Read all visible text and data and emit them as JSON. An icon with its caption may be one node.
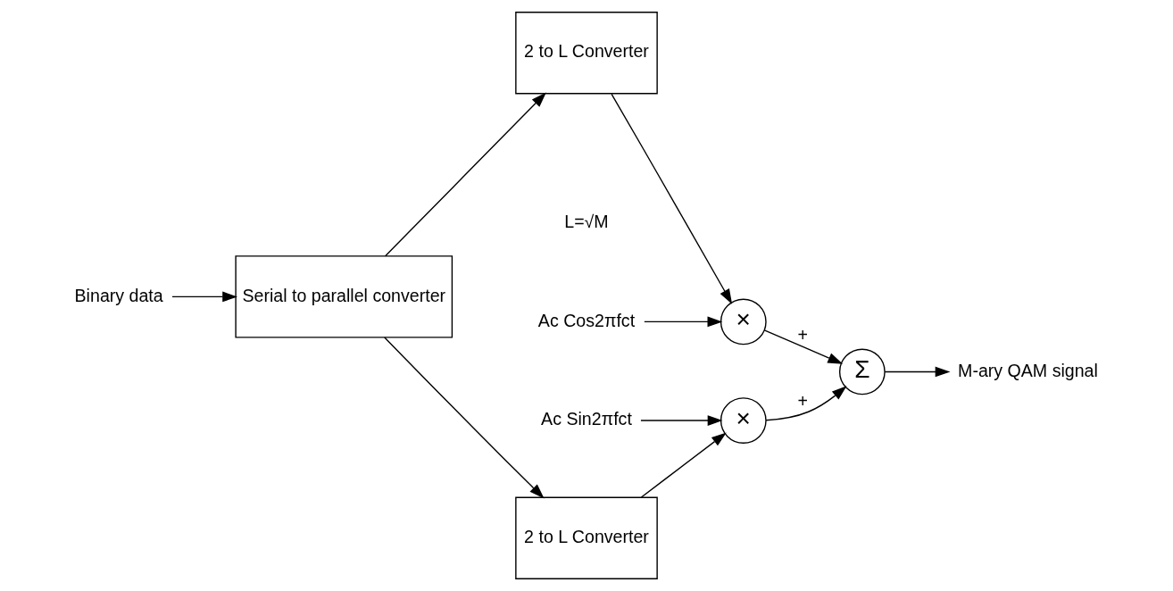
{
  "diagram": {
    "nodes": [
      {
        "text": [
          "Binary data"
        ]
      },
      {
        "text": [
          "Serial to parallel converter"
        ]
      },
      {
        "text": [
          "2 to L Converter"
        ]
      },
      {
        "text": [
          "2 to L Converter"
        ]
      },
      {
        "text": [
          "×"
        ]
      },
      {
        "text": [
          "×"
        ]
      },
      {
        "text": [
          "Σ"
        ]
      },
      {
        "text": [
          "Ac Cos2πfct"
        ]
      },
      {
        "text": [
          "Ac Sin2πfct"
        ]
      },
      {
        "text": [
          "M-ary QAM signal"
        ]
      }
    ],
    "edges": [
      {
        "from": 0,
        "to": 1,
        "arrow": "to"
      },
      {
        "from": 1,
        "to": 2,
        "arrow": "to"
      },
      {
        "from": 1,
        "to": 3,
        "arrow": "to"
      },
      {
        "from": 2,
        "to": 4,
        "arrow": "to"
      },
      {
        "from": 3,
        "to": 5,
        "arrow": "to"
      },
      {
        "from": 7,
        "to": 4,
        "arrow": "to"
      },
      {
        "from": 8,
        "to": 5,
        "arrow": "to"
      },
      {
        "from": 4,
        "to": 6,
        "arrow": "to",
        "label": "+"
      },
      {
        "from": 5,
        "to": 6,
        "arrow": "to",
        "label": "+"
      },
      {
        "from": 6,
        "to": 9,
        "arrow": "to"
      }
    ],
    "labels": [
      "L=√M"
    ]
  }
}
